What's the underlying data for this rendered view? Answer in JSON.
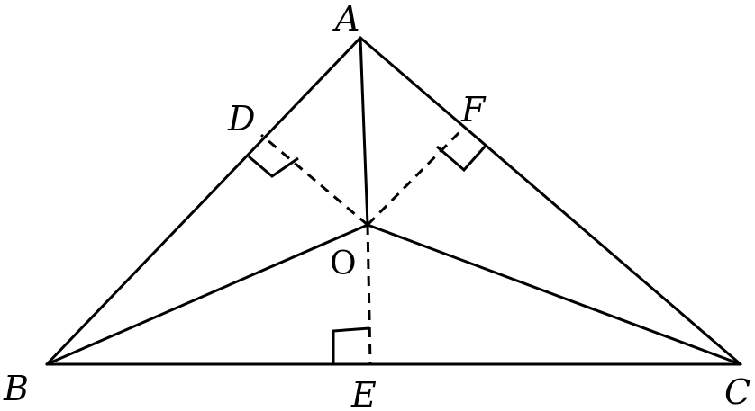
{
  "diagram": {
    "labels": {
      "A": "A",
      "B": "B",
      "C": "C",
      "D": "D",
      "E": "E",
      "F": "F",
      "O": "O"
    }
  }
}
